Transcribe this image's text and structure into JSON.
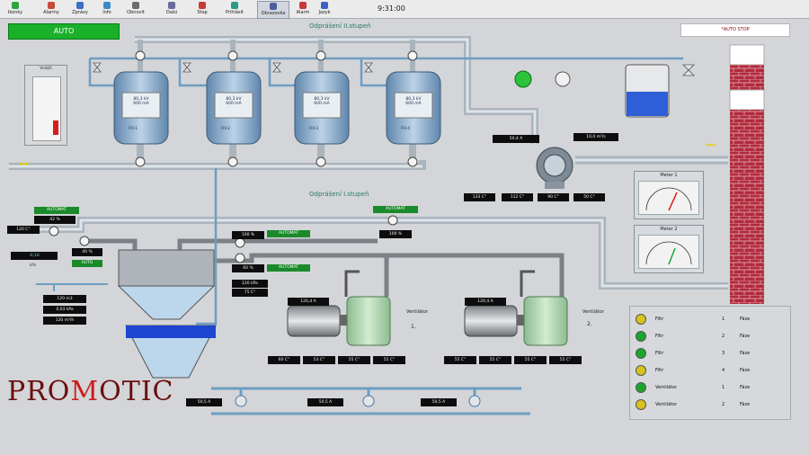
{
  "toolbar": {
    "items": [
      "Ikonky",
      "Alarmy",
      "Zprávy",
      "Info",
      "Obnovit",
      "Dalsi",
      "Stop",
      "Prihlásit",
      "Obrazovka",
      "Alarm",
      "Jazyk"
    ],
    "clock": "9:31:00"
  },
  "mode": {
    "auto_label": "AUTO",
    "status": "*AUTO STOP"
  },
  "headers": {
    "stage2": "Odprášení II.stupeň",
    "stage1": "Odprášení I.stupeň"
  },
  "thermometer": {
    "label": "Vnější",
    "fill_fraction": 0.25
  },
  "tanks": [
    {
      "line1": "80,3 kV",
      "line2": "600 mA",
      "code": "FIV-1"
    },
    {
      "line1": "80,3 kV",
      "line2": "600 mA",
      "code": "FIV-2"
    },
    {
      "line1": "80,3 kV",
      "line2": "600 mA",
      "code": "FIV-3"
    },
    {
      "line1": "80,3 kV",
      "line2": "600 mA",
      "code": "FIV-4"
    }
  ],
  "readouts": {
    "fan_current": "50,4 A",
    "fan_flow": "10,0 m³/s",
    "temps_top": [
      "133 C°",
      "112 C°",
      "90 C°",
      "50 C°"
    ],
    "left_temp": "120 C°",
    "pct_a": "42 %",
    "pct_b": "40 %",
    "pct_c": "100 %",
    "pct_d": "100 %",
    "pct_e": "60 %",
    "left_kpa": "-0,16",
    "left_kpa_unit": "kPa",
    "valve_auto": "AUTO",
    "inflow": [
      "120 m3",
      "0,03 kPa",
      "120 m³/h"
    ],
    "mid_p": "120 kPa",
    "mid_t": "75 C°",
    "m1_current": "120,4 A",
    "m2_current": "120,4 A",
    "m1_temps": [
      "60 C°",
      "53 C°",
      "55 C°",
      "55 C°"
    ],
    "m2_temps": [
      "55 C°",
      "55 C°",
      "55 C°",
      "55 C°"
    ],
    "bottom_currents": [
      "50,5 A",
      "50,5 A",
      "50,5 A"
    ]
  },
  "automat": {
    "a1": "AUTOMAT",
    "a2": "AUTOMAT",
    "a3": "AUTOMAT",
    "a4": "AUTOMAT"
  },
  "ventilator": {
    "label": "Ventilátor",
    "n1": "1.",
    "n2": "2."
  },
  "meters": [
    {
      "title": "Meter 1"
    },
    {
      "title": "Meter 2"
    }
  ],
  "legend": [
    {
      "name": "Filtr",
      "num": "1",
      "state": "Fáze",
      "color": "#d8c21c"
    },
    {
      "name": "Filtr",
      "num": "2",
      "state": "Fáze",
      "color": "#1aa52c"
    },
    {
      "name": "Filtr",
      "num": "3",
      "state": "Fáze",
      "color": "#1aa52c"
    },
    {
      "name": "Filtr",
      "num": "4",
      "state": "Fáze",
      "color": "#d8c21c"
    },
    {
      "name": "Ventilátor",
      "num": "1",
      "state": "Fáze",
      "color": "#1aa52c"
    },
    {
      "name": "Ventilátor",
      "num": "2",
      "state": "Fáze",
      "color": "#d8c21c"
    }
  ],
  "logo": {
    "pre": "PRO",
    "m": "M",
    "post": "OTIC"
  },
  "colors": {
    "accent": "#1ab02a",
    "chimney": "#b22b3d",
    "pipe": "#aab4bd"
  }
}
